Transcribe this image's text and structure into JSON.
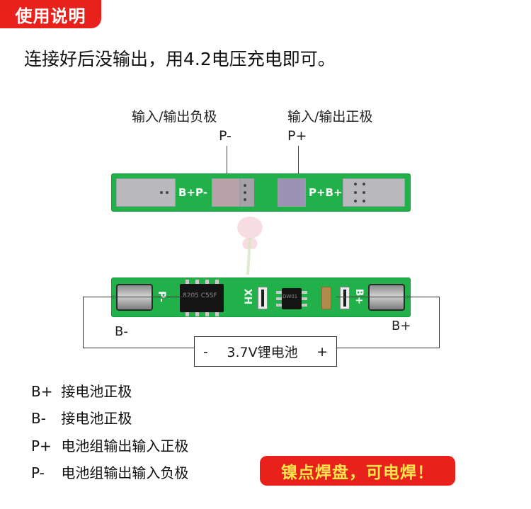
{
  "header": {
    "tag": "使用说明"
  },
  "note": "连接好后没输出，用4.2电压充电即可。",
  "top_board": {
    "neg_caption": "输入/输出负极",
    "neg_short": "P-",
    "pos_caption": "输入/输出正极",
    "pos_short": "P+",
    "silk_left": "B+P-",
    "silk_right": "P+B+"
  },
  "bottom_board": {
    "label_bneg": "B-",
    "label_bpos": "B+",
    "silk_p": "P-",
    "silk_xh": "XH",
    "silk_bplus": "B+",
    "chip1": "8205 C5SF",
    "chip2": "DW01",
    "battery": {
      "minus": "-",
      "label": "3.7V锂电池",
      "plus": "+"
    }
  },
  "legend": [
    {
      "key": "B+",
      "desc": "接电池正极"
    },
    {
      "key": "B-",
      "desc": "接电池正极"
    },
    {
      "key": "P+",
      "desc": "电池组输出输入正极"
    },
    {
      "key": "P-",
      "desc": "电池组输出输入负极"
    }
  ],
  "warning": "镍点焊盘，可电焊！",
  "colors": {
    "accent": "#e8211c",
    "warning_text": "#ffe64b",
    "pcb_green": "#22b04a"
  }
}
